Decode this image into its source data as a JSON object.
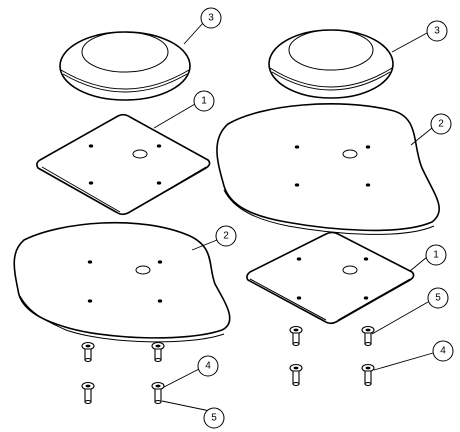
{
  "drawing": {
    "balloons": [
      {
        "id": "left-cap",
        "label": "3"
      },
      {
        "id": "left-plate",
        "label": "1"
      },
      {
        "id": "left-pad",
        "label": "2"
      },
      {
        "id": "left-bolt-a",
        "label": "4"
      },
      {
        "id": "left-bolt-b",
        "label": "5"
      },
      {
        "id": "right-cap",
        "label": "3"
      },
      {
        "id": "right-pad",
        "label": "2"
      },
      {
        "id": "right-plate",
        "label": "1"
      },
      {
        "id": "right-bolt-a",
        "label": "5"
      },
      {
        "id": "right-bolt-b",
        "label": "4"
      }
    ]
  }
}
